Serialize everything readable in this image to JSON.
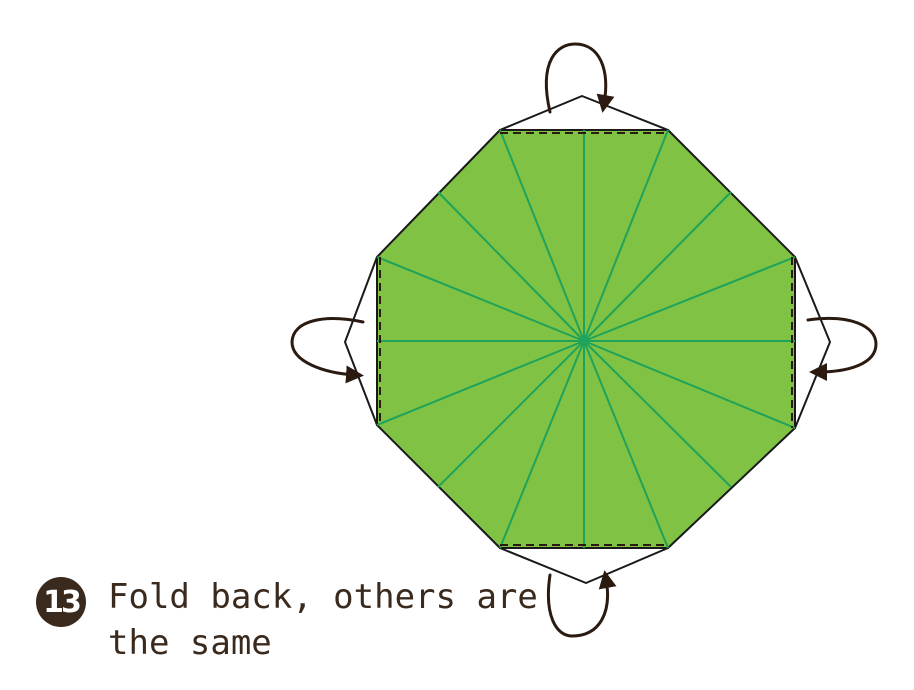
{
  "step": {
    "number": "13",
    "text": "Fold back, others are\nthe same"
  },
  "colors": {
    "paper_front": "#7fc244",
    "crease": "#1fa35a",
    "outline": "#1a1a1a",
    "arrow": "#2b1a10",
    "paper_back": "#ffffff"
  },
  "icons": {
    "fold_back_arrows": [
      "fold-back-arrow-top",
      "fold-back-arrow-bottom",
      "fold-back-arrow-left",
      "fold-back-arrow-right"
    ]
  }
}
